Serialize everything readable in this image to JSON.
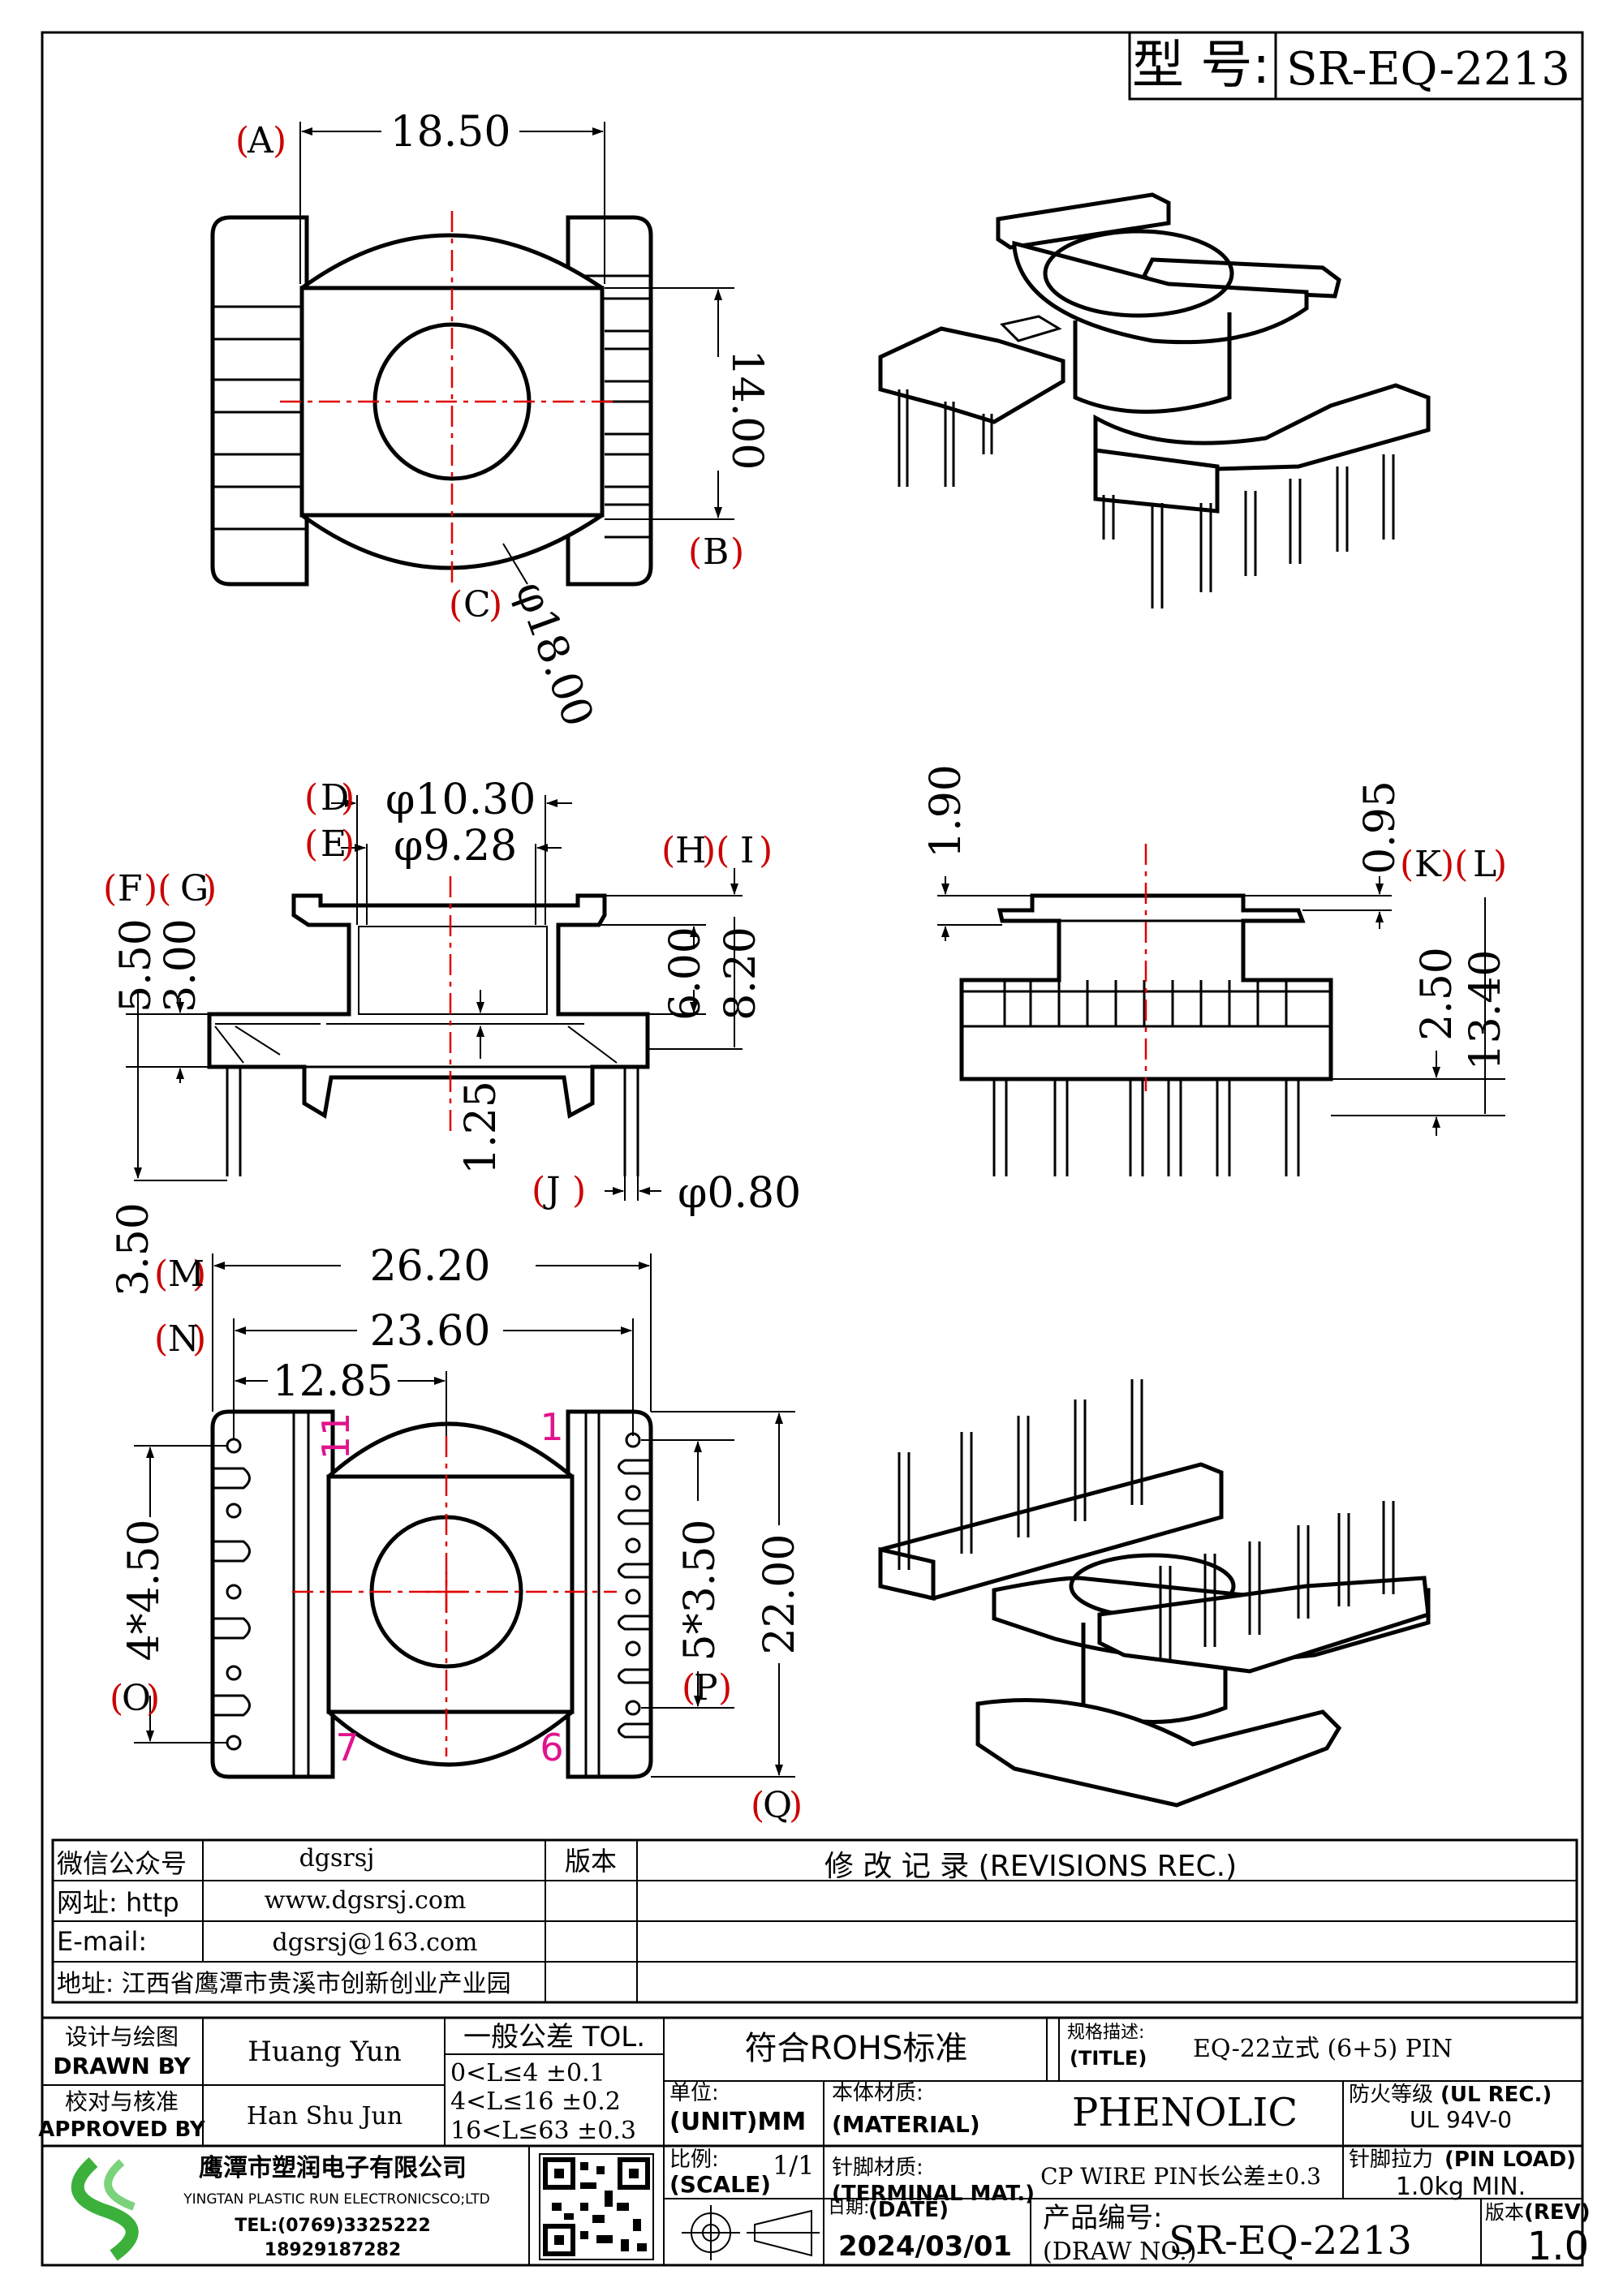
{
  "header": {
    "model_label": "型 号:",
    "model_value": "SR-EQ-2213"
  },
  "top_view": {
    "dim_a": "18.50",
    "dim_b": "14.00",
    "dim_c": "φ18.00",
    "tag_a": "A",
    "tag_b": "B",
    "tag_c": "C"
  },
  "side_view": {
    "dim_d": "φ10.30",
    "dim_e": "φ9.28",
    "dim_f": "5.50",
    "dim_g": "3.00",
    "dim_h": "6.00",
    "dim_i": "8.20",
    "dim_125": "1.25",
    "dim_j": "φ0.80",
    "dim_350": "3.50",
    "tag_d": "D",
    "tag_e": "E",
    "tag_f": "F",
    "tag_g": "G",
    "tag_h": "H",
    "tag_i": "I",
    "tag_j": "J"
  },
  "front_view": {
    "dim_190": "1.90",
    "dim_095": "0.95",
    "dim_250": "2.50",
    "dim_1340": "13.40",
    "tag_k": "K",
    "tag_l": "L"
  },
  "bottom_view": {
    "dim_m": "26.20",
    "dim_n": "23.60",
    "dim_1285": "12.85",
    "dim_o": "4*4.50",
    "dim_p": "5*3.50",
    "dim_q": "22.00",
    "tag_m": "M",
    "tag_n": "N",
    "tag_o": "O",
    "tag_p": "P",
    "tag_q": "Q",
    "pin_11": "11",
    "pin_1": "1",
    "pin_7": "7",
    "pin_6": "6"
  },
  "info": {
    "wechat_label": "微信公众号",
    "wechat_value": "dgsrsj",
    "web_label": "网址: http",
    "web_value": "www.dgsrsj.com",
    "email_label": "E-mail:",
    "email_value": "dgsrsj@163.com",
    "addr_label": "地址: 江西省鹰潭市贵溪市创新创业产业园",
    "version_label": "版本",
    "revisions": "修 改 记 录 (REVISIONS REC.)"
  },
  "titleblock": {
    "drawn_cn": "设计与绘图",
    "drawn_en": "DRAWN BY",
    "drawn_name": "Huang  Yun",
    "approved_cn": "校对与核准",
    "approved_en": "APPROVED BY",
    "approved_name": "Han Shu Jun",
    "tol_title": "一般公差 TOL.",
    "tol_rows": [
      "0<L≤4   ±0.1",
      "4<L≤16  ±0.2",
      "16<L≤63 ±0.3"
    ],
    "rohs": "符合ROHS标准",
    "spec_cn": "规格描述:",
    "spec_en": "(TITLE)",
    "spec_value": "EQ-22立式 (6+5) PIN",
    "unit_cn": "单位:",
    "unit_en": "(UNIT)MM",
    "material_cn": "本体材质:",
    "material_en": "(MATERIAL)",
    "material_value": "PHENOLIC",
    "fire_cn": "防火等级",
    "fire_en": "(UL REC.)",
    "fire_value": "UL 94V-0",
    "scale_cn": "比例:",
    "scale_en": "(SCALE)",
    "scale_value": "1/1",
    "terminal_cn": "针脚材质:",
    "terminal_en": "(TERMINAL MAT.)",
    "terminal_value": "CP WIRE  PIN长公差±0.3",
    "pinload_cn": "针脚拉力",
    "pinload_en": "(PIN LOAD)",
    "pinload_value": "1.0kg MIN.",
    "date_cn": "日期:",
    "date_en": "(DATE)",
    "date_value": "2024/03/01",
    "drawno_cn": "产品编号:",
    "drawno_en": "(DRAW NO.)",
    "drawno_value": "SR-EQ-2213",
    "rev_cn": "版本",
    "rev_en": "(REV)",
    "rev_value": "1.0",
    "company_cn": "鹰潭市塑润电子有限公司",
    "company_en": "YINGTAN PLASTIC RUN ELECTRONICSCO;LTD",
    "tel": "TEL:(0769)3325222",
    "mobile": "18929187282"
  }
}
